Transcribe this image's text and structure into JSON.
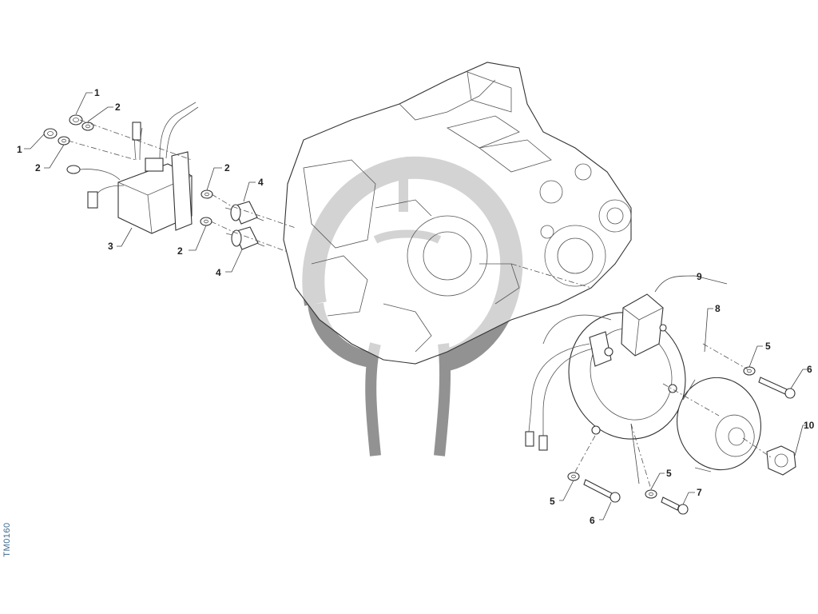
{
  "diagram": {
    "reference_code": "TM0160",
    "callouts": [
      {
        "id": "c1a",
        "label": "1"
      },
      {
        "id": "c1b",
        "label": "1"
      },
      {
        "id": "c2a",
        "label": "2"
      },
      {
        "id": "c2b",
        "label": "2"
      },
      {
        "id": "c2c",
        "label": "2"
      },
      {
        "id": "c2d",
        "label": "2"
      },
      {
        "id": "c3",
        "label": "3"
      },
      {
        "id": "c4a",
        "label": "4"
      },
      {
        "id": "c4b",
        "label": "4"
      },
      {
        "id": "c9",
        "label": "9"
      },
      {
        "id": "c8",
        "label": "8"
      },
      {
        "id": "c5a",
        "label": "5"
      },
      {
        "id": "c6a",
        "label": "6"
      },
      {
        "id": "c10",
        "label": "10"
      },
      {
        "id": "c5b",
        "label": "5"
      },
      {
        "id": "c5c",
        "label": "5"
      },
      {
        "id": "c6b",
        "label": "6"
      },
      {
        "id": "c7",
        "label": "7"
      }
    ]
  }
}
